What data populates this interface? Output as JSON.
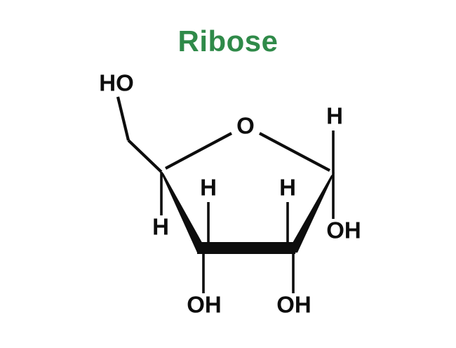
{
  "title": {
    "text": "Ribose",
    "color": "#2f8a49"
  },
  "diagram": {
    "type": "chemical-structure",
    "representation": "Haworth projection",
    "molecule": "Ribose",
    "ring": "furanose",
    "bond_color": "#0d0d0d",
    "background": "#ffffff",
    "labels": {
      "hydroxymethyl_oh": "HO",
      "ring_oxygen": "O",
      "c4_hydrogen": "H",
      "c3_hydrogen": "H",
      "c2_hydrogen": "H",
      "c1_hydrogen": "H",
      "c1_hydroxyl": "OH",
      "c3_hydroxyl": "OH",
      "c2_hydroxyl": "OH"
    }
  }
}
